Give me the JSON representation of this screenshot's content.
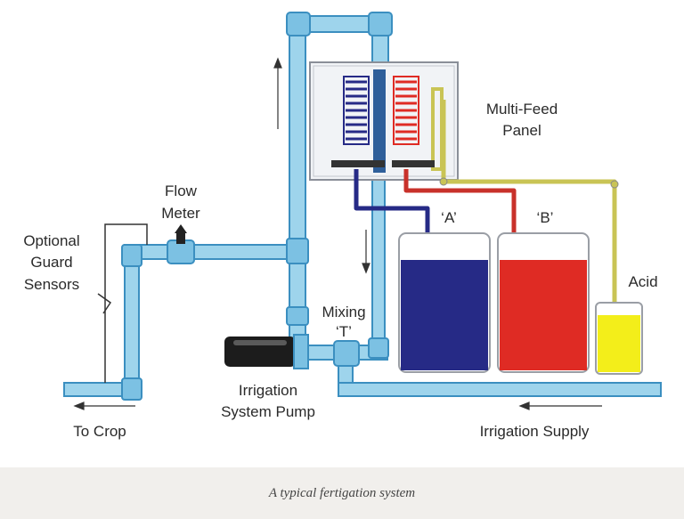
{
  "labels": {
    "multi_feed_1": "Multi-Feed",
    "multi_feed_2": "Panel",
    "flow_1": "Flow",
    "flow_2": "Meter",
    "guard_1": "Optional",
    "guard_2": "Guard",
    "guard_3": "Sensors",
    "mixing_1": "Mixing",
    "mixing_2": "‘T’",
    "pump_1": "Irrigation",
    "pump_2": "System Pump",
    "to_crop": "To Crop",
    "supply": "Irrigation Supply",
    "tank_a": "‘A’",
    "tank_b": "‘B’",
    "acid": "Acid"
  },
  "caption": "A typical fertigation system",
  "colors": {
    "pipe_fill": "#9ed4ec",
    "pipe_edge": "#3b8fc0",
    "tank_a": "#262a86",
    "tank_b": "#df2b24",
    "acid": "#f3ee1a",
    "acid_line": "#c9c455",
    "caption_bg": "#f1efec"
  }
}
